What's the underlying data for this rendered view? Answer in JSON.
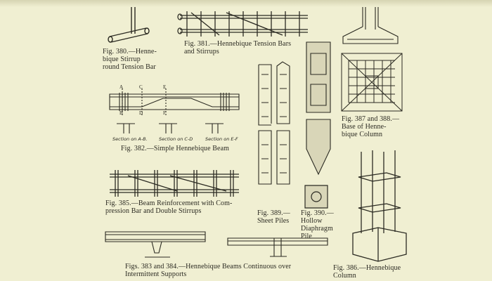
{
  "figures": {
    "fig380": {
      "caption": "Fig. 380.—Henne-\nbique Stirrup\nround Tension Bar"
    },
    "fig381": {
      "caption": "Fig. 381.—Hennebique Tension Bars\nand Stirrups"
    },
    "fig382": {
      "caption": "Fig. 382.—Simple Hennebique Beam",
      "labels": [
        "A",
        "B",
        "C",
        "D",
        "E",
        "F"
      ],
      "sections": [
        "Section on A-B.",
        "Section on C-D",
        "Section on E-F"
      ]
    },
    "fig385": {
      "caption": "Fig. 385.—Beam Reinforcement with Com-\npression Bar and Double Stirrups"
    },
    "fig383_384": {
      "caption": "Figs. 383 and 384.—Hennebique Beams Continuous over\nIntermittent Supports"
    },
    "fig387_388": {
      "caption": "Fig. 387 and 388.—\nBase of Henne-\nbique Column"
    },
    "fig389": {
      "caption": "Fig. 389.—\nSheet Piles"
    },
    "fig390": {
      "caption": "Fig. 390.—\nHollow\nDiaphragm\nPile"
    },
    "fig386": {
      "caption": "Fig. 386.—Hennebique\nColumn"
    }
  },
  "colors": {
    "paper": "#f0efd2",
    "ink": "#2b2a22"
  }
}
